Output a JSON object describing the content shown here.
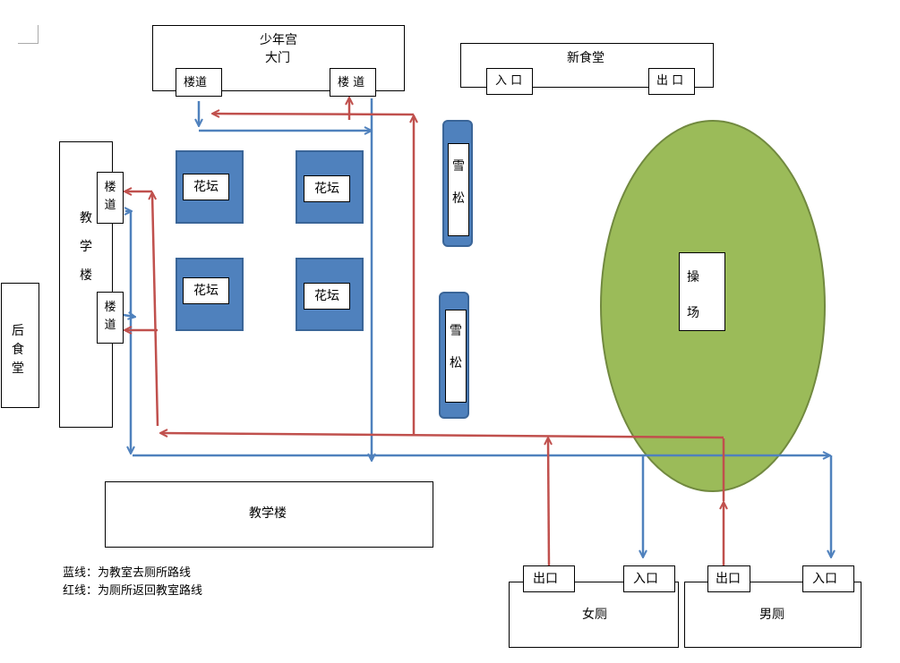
{
  "shaonian_gong": {
    "title": "少年宫",
    "gate": "大门",
    "stair_left": "楼道",
    "stair_right": "楼 道"
  },
  "new_canteen": {
    "title": "新食堂",
    "entrance": "入 口",
    "exit": "出 口"
  },
  "teaching_building_left": {
    "name": "教学楼",
    "stair_top": "楼道",
    "stair_bottom": "楼道"
  },
  "back_canteen": {
    "name": "后食堂"
  },
  "flower_beds": [
    "花坛",
    "花坛",
    "花坛",
    "花坛"
  ],
  "pines": [
    "雪松",
    "雪松"
  ],
  "playground": {
    "name": "操场",
    "color": "#9bbb59"
  },
  "teaching_building_bottom": {
    "name": "教学楼"
  },
  "womens_toilet": {
    "name": "女厕",
    "exit": "出口",
    "entrance": "入口"
  },
  "mens_toilet": {
    "name": "男厕",
    "exit": "出口",
    "entrance": "入口"
  },
  "legend": {
    "blue": "蓝线：为教室去厕所路线",
    "red": "红线：为厕所返回教室路线"
  },
  "colors": {
    "blue_route": "#4f81bd",
    "red_route": "#c0504d"
  }
}
